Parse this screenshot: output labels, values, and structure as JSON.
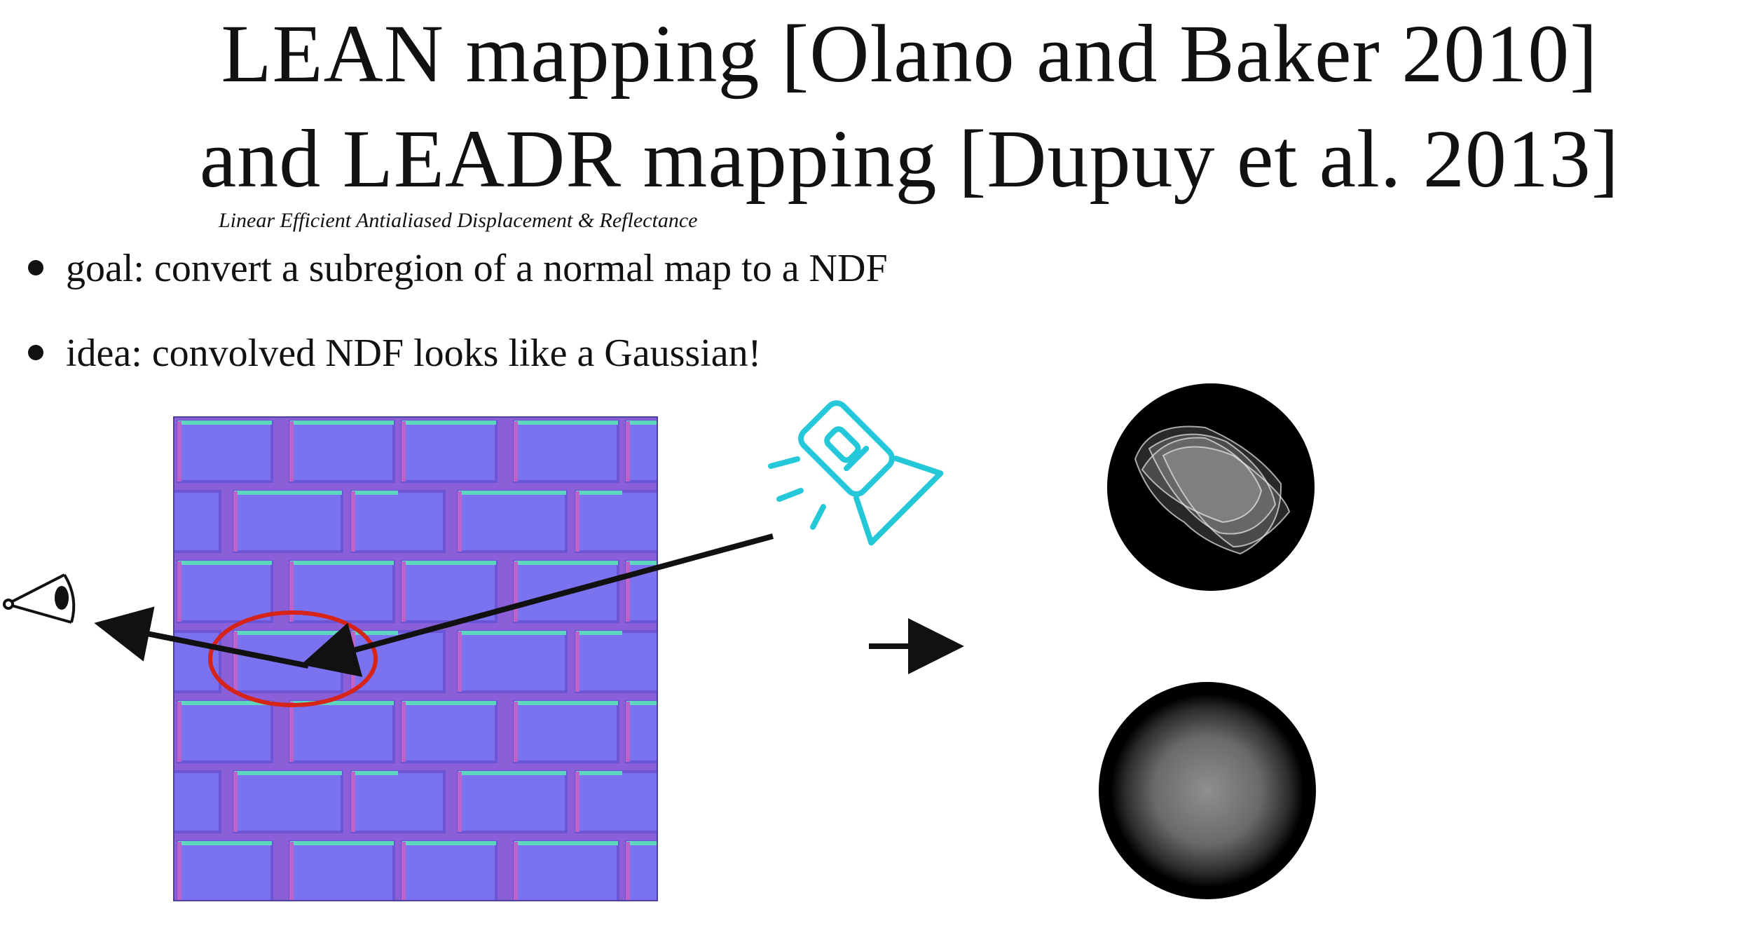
{
  "slide": {
    "title_line1": "LEAN mapping [Olano and Baker 2010]",
    "title_line2": "and LEADR mapping [Dupuy et al. 2013]",
    "subtitle": "Linear Efficient Antialiased Displacement  & Reflectance",
    "bullets": [
      "goal: convert a subregion of a normal map to a NDF",
      "idea: convolved NDF looks like a Gaussian!"
    ]
  },
  "figure": {
    "normal_map_colors": {
      "brick": "#7b72f0",
      "mortar": "#8a5fd8",
      "edge_top": "#5fd6c0",
      "edge_left": "#c063c8"
    },
    "highlight_color": "#d62418",
    "flashlight_color": "#25c8d8",
    "arrow_color": "#111111",
    "icons": [
      "eye-icon",
      "flashlight-icon"
    ]
  }
}
